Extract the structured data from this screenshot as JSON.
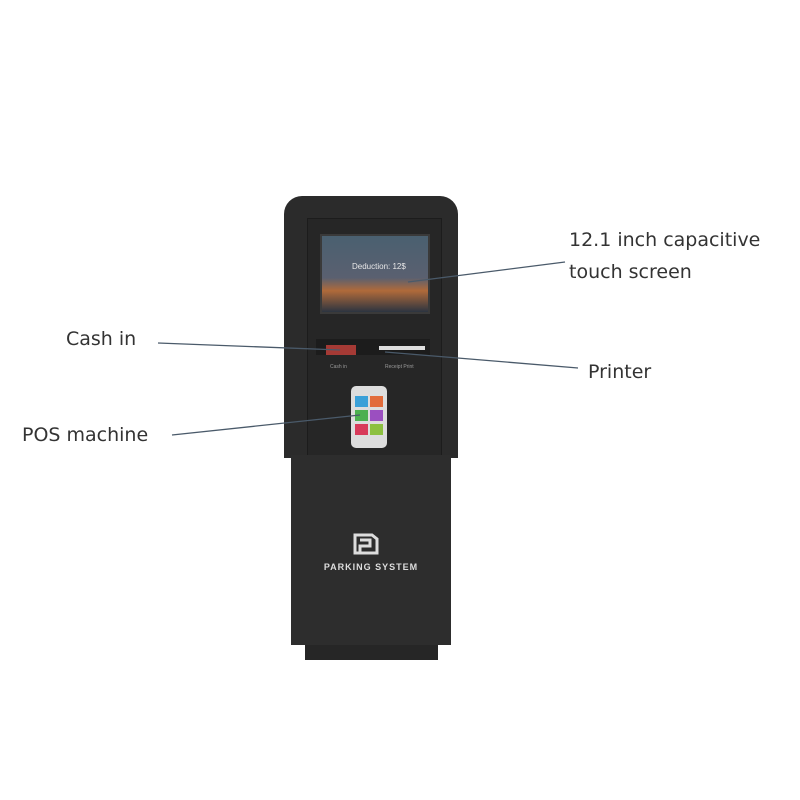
{
  "callouts": {
    "touch_screen_line1": "12.1 inch capacitive",
    "touch_screen_line2": "touch screen",
    "cash_in": "Cash in",
    "printer": "Printer",
    "pos_machine": "POS machine"
  },
  "kiosk": {
    "screen_text": "Deduction: 12$",
    "slot_cash_label": "Cash in",
    "slot_printer_label": "Receipt Print",
    "brand": "PARKING SYSTEM"
  },
  "colors": {
    "body": "#2b2b2b",
    "cash_slot": "#a53a35",
    "line": "#4a5a6a"
  }
}
